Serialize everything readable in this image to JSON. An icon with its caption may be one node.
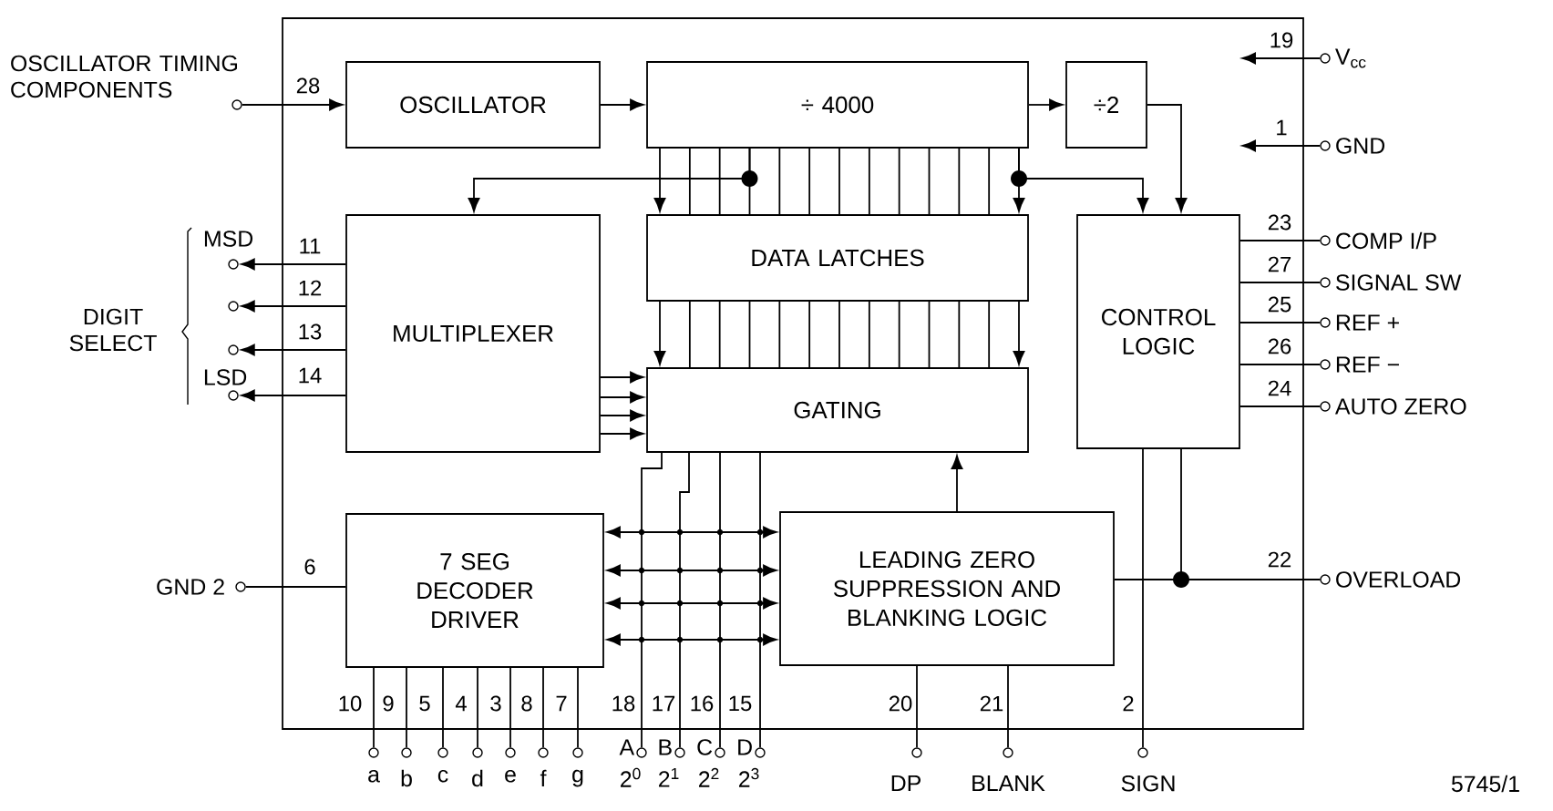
{
  "diagram": {
    "nodes": [
      {
        "text": [],
        "shape": "box"
      },
      {
        "text": [
          "OSCILLATOR"
        ],
        "in": 0
      },
      {
        "text": [
          "÷ 4000"
        ],
        "in": 0
      },
      {
        "text": [
          "÷2"
        ],
        "in": 0
      },
      {
        "text": [
          "MULTIPLEXER"
        ],
        "in": 0
      },
      {
        "text": [
          "DATA LATCHES"
        ],
        "in": 0
      },
      {
        "text": [
          "GATING"
        ],
        "in": 0
      },
      {
        "text": [
          "CONTROL LOGIC"
        ],
        "in": 0
      },
      {
        "text": [
          "7 SEG DECODER DRIVER"
        ],
        "in": 0
      },
      {
        "text": [
          "LEADING ZERO SUPPRESSION AND BLANKING LOGIC"
        ],
        "in": 0
      },
      {
        "text": [],
        "shape": "circle",
        "beside": [
          "OSCILLATOR TIMING COMPONENTS"
        ]
      },
      {
        "text": [],
        "shape": "circle",
        "beside": [
          "MSD"
        ]
      },
      {
        "text": [],
        "shape": "circle"
      },
      {
        "text": [],
        "shape": "circle"
      },
      {
        "text": [],
        "shape": "circle",
        "beside": [
          "LSD"
        ]
      },
      {
        "text": [],
        "shape": "circle",
        "beside": [
          "GND 2"
        ]
      },
      {
        "text": [],
        "shape": "circle",
        "beside": [
          "a"
        ]
      },
      {
        "text": [],
        "shape": "circle",
        "beside": [
          "b"
        ]
      },
      {
        "text": [],
        "shape": "circle",
        "beside": [
          "c"
        ]
      },
      {
        "text": [],
        "shape": "circle",
        "beside": [
          "d"
        ]
      },
      {
        "text": [],
        "shape": "circle",
        "beside": [
          "e"
        ]
      },
      {
        "text": [],
        "shape": "circle",
        "beside": [
          "f"
        ]
      },
      {
        "text": [],
        "shape": "circle",
        "beside": [
          "g"
        ]
      },
      {
        "text": [],
        "shape": "circle",
        "beside": [
          "A",
          "2$^{0}$"
        ]
      },
      {
        "text": [],
        "shape": "circle",
        "beside": [
          "B",
          "2$^{1}$"
        ]
      },
      {
        "text": [],
        "shape": "circle",
        "beside": [
          "C",
          "2$^{2}$"
        ]
      },
      {
        "text": [],
        "shape": "circle",
        "beside": [
          "D",
          "2$^{3}$"
        ]
      },
      {
        "text": [],
        "shape": "circle",
        "beside": [
          "DP"
        ]
      },
      {
        "text": [],
        "shape": "circle",
        "beside": [
          "BLANK"
        ]
      },
      {
        "text": [],
        "shape": "circle",
        "beside": [
          "SIGN"
        ]
      },
      {
        "text": [],
        "shape": "circle",
        "beside": [
          "V$_{cc}$"
        ]
      },
      {
        "text": [],
        "shape": "circle",
        "beside": [
          "GND"
        ]
      },
      {
        "text": [],
        "shape": "circle",
        "beside": [
          "COMP I/P"
        ]
      },
      {
        "text": [],
        "shape": "circle",
        "beside": [
          "SIGNAL SW"
        ]
      },
      {
        "text": [],
        "shape": "circle",
        "beside": [
          "REF +"
        ]
      },
      {
        "text": [],
        "shape": "circle",
        "beside": [
          "REF −"
        ]
      },
      {
        "text": [],
        "shape": "circle",
        "beside": [
          "AUTO ZERO"
        ]
      },
      {
        "text": [],
        "shape": "circle",
        "beside": [
          "OVERLOAD"
        ]
      }
    ],
    "edges": [
      {
        "from": 10,
        "to": 1,
        "arrow": "to",
        "label": "28"
      },
      {
        "from": 1,
        "to": 2,
        "arrow": "to"
      },
      {
        "from": 2,
        "to": 3,
        "arrow": "to"
      },
      {
        "from": 2,
        "to": 4,
        "arrow": "to"
      },
      {
        "from": 2,
        "to": 5,
        "arrow": "to"
      },
      {
        "from": 2,
        "to": 5,
        "arrow": "to"
      },
      {
        "from": 2,
        "to": 7,
        "arrow": "to"
      },
      {
        "from": 3,
        "to": 7,
        "arrow": "to"
      },
      {
        "from": 5,
        "to": 6,
        "arrow": "to"
      },
      {
        "from": 5,
        "to": 6,
        "arrow": "to"
      },
      {
        "from": 4,
        "to": 6,
        "arrow": "to"
      },
      {
        "from": 4,
        "to": 6,
        "arrow": "to"
      },
      {
        "from": 4,
        "to": 6,
        "arrow": "to"
      },
      {
        "from": 4,
        "to": 6,
        "arrow": "to"
      },
      {
        "from": 4,
        "to": 11,
        "arrow": "to",
        "label": "11"
      },
      {
        "from": 4,
        "to": 12,
        "arrow": "to",
        "label": "12"
      },
      {
        "from": 4,
        "to": 13,
        "arrow": "to",
        "label": "13"
      },
      {
        "from": 4,
        "to": 14,
        "arrow": "to",
        "label": "14"
      },
      {
        "from": 15,
        "to": 8,
        "arrow": "none",
        "label": "6"
      },
      {
        "from": 8,
        "to": 16,
        "arrow": "none",
        "label": "10"
      },
      {
        "from": 8,
        "to": 17,
        "arrow": "none",
        "label": "9"
      },
      {
        "from": 8,
        "to": 18,
        "arrow": "none",
        "label": "5"
      },
      {
        "from": 8,
        "to": 19,
        "arrow": "none",
        "label": "4"
      },
      {
        "from": 8,
        "to": 20,
        "arrow": "none",
        "label": "3"
      },
      {
        "from": 8,
        "to": 21,
        "arrow": "none",
        "label": "8"
      },
      {
        "from": 8,
        "to": 22,
        "arrow": "none",
        "label": "7"
      },
      {
        "from": 8,
        "to": 9,
        "arrow": "both"
      },
      {
        "from": 8,
        "to": 9,
        "arrow": "both"
      },
      {
        "from": 8,
        "to": 9,
        "arrow": "both"
      },
      {
        "from": 8,
        "to": 9,
        "arrow": "both"
      },
      {
        "from": 6,
        "to": 23,
        "arrow": "none",
        "label": "18"
      },
      {
        "from": 6,
        "to": 24,
        "arrow": "none",
        "label": "17"
      },
      {
        "from": 6,
        "to": 25,
        "arrow": "none",
        "label": "16"
      },
      {
        "from": 6,
        "to": 26,
        "arrow": "none",
        "label": "15"
      },
      {
        "from": 9,
        "to": 6,
        "arrow": "to"
      },
      {
        "from": 9,
        "to": 37,
        "arrow": "none",
        "label": "22"
      },
      {
        "from": 7,
        "to": 37,
        "arrow": "none"
      },
      {
        "from": 7,
        "to": 29,
        "arrow": "none",
        "label": "2"
      },
      {
        "from": 9,
        "to": 27,
        "arrow": "none",
        "label": "20"
      },
      {
        "from": 9,
        "to": 28,
        "arrow": "none",
        "label": "21"
      },
      {
        "from": 30,
        "to": null,
        "arrow": "to",
        "label": "19"
      },
      {
        "from": 31,
        "to": null,
        "arrow": "to",
        "label": "1"
      },
      {
        "from": 7,
        "to": 32,
        "arrow": "none",
        "label": "23"
      },
      {
        "from": 7,
        "to": 33,
        "arrow": "none",
        "label": "27"
      },
      {
        "from": 7,
        "to": 34,
        "arrow": "none",
        "label": "25"
      },
      {
        "from": 7,
        "to": 35,
        "arrow": "none",
        "label": "26"
      },
      {
        "from": 7,
        "to": 36,
        "arrow": "none",
        "label": "24"
      },
      {
        "from": 2,
        "to": 5,
        "arrow": "none"
      },
      {
        "from": 2,
        "to": 5,
        "arrow": "none"
      },
      {
        "from": 2,
        "to": 5,
        "arrow": "none"
      },
      {
        "from": 2,
        "to": 5,
        "arrow": "none"
      },
      {
        "from": 2,
        "to": 5,
        "arrow": "none"
      },
      {
        "from": 2,
        "to": 5,
        "arrow": "none"
      },
      {
        "from": 2,
        "to": 5,
        "arrow": "none"
      },
      {
        "from": 2,
        "to": 5,
        "arrow": "none"
      },
      {
        "from": 2,
        "to": 5,
        "arrow": "none"
      },
      {
        "from": 2,
        "to": 5,
        "arrow": "none"
      },
      {
        "from": 2,
        "to": 5,
        "arrow": "none"
      },
      {
        "from": 5,
        "to": 6,
        "arrow": "none"
      },
      {
        "from": 5,
        "to": 6,
        "arrow": "none"
      },
      {
        "from": 5,
        "to": 6,
        "arrow": "none"
      },
      {
        "from": 5,
        "to": 6,
        "arrow": "none"
      },
      {
        "from": 5,
        "to": 6,
        "arrow": "none"
      },
      {
        "from": 5,
        "to": 6,
        "arrow": "none"
      },
      {
        "from": 5,
        "to": 6,
        "arrow": "none"
      },
      {
        "from": 5,
        "to": 6,
        "arrow": "none"
      },
      {
        "from": 5,
        "to": 6,
        "arrow": "none"
      },
      {
        "from": 5,
        "to": 6,
        "arrow": "none"
      },
      {
        "from": 5,
        "to": 6,
        "arrow": "none"
      }
    ],
    "labels": [
      "DIGIT SELECT",
      "5745/1"
    ]
  }
}
